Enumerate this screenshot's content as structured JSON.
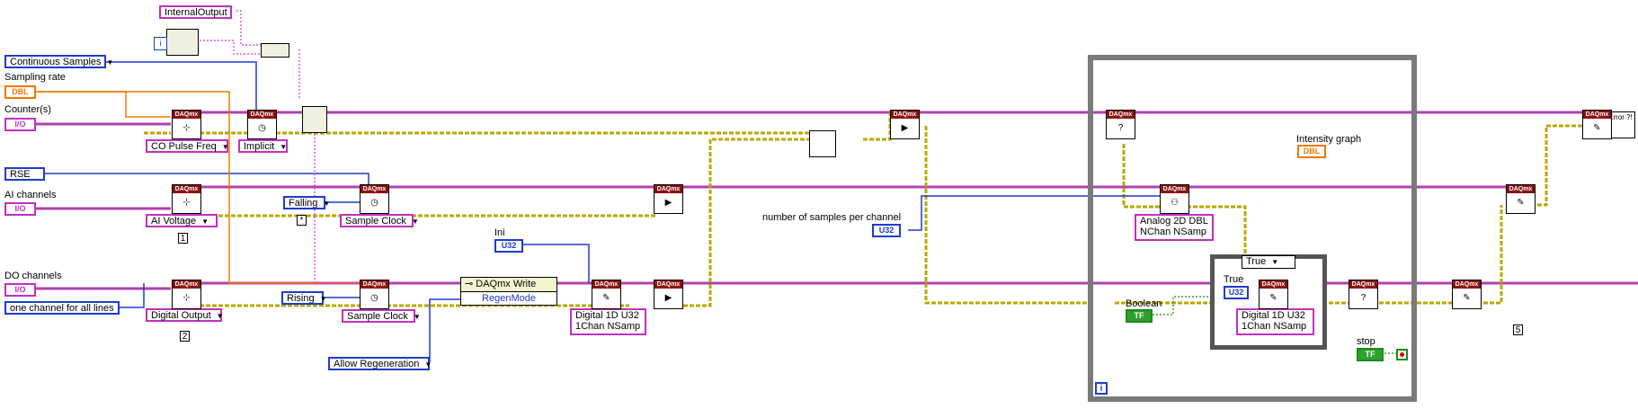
{
  "labels": {
    "sampling_rate": "Sampling rate",
    "counters": "Counter(s)",
    "ai_channels": "AI channels",
    "do_channels": "DO channels",
    "ini": "Ini",
    "samples_per_channel": "number of samples per channel",
    "intensity_graph": "Intensity graph",
    "boolean": "Boolean",
    "stop": "stop",
    "true_label": "True"
  },
  "controls": {
    "internal_output": "InternalOutput",
    "continuous_samples": "Continuous Samples",
    "co_pulse_freq": "CO Pulse Freq",
    "implicit": "Implicit",
    "rse": "RSE",
    "ai_voltage": "AI Voltage",
    "falling": "Falling",
    "sample_clock_1": "Sample Clock",
    "one_channel": "one channel for all lines",
    "digital_output": "Digital Output",
    "rising": "Rising",
    "sample_clock_2": "Sample Clock",
    "allow_regeneration": "Allow Regeneration",
    "daqmx_write": "DAQmx Write",
    "regen_mode": "RegenMode",
    "digital_1d_1_line1": "Digital 1D U32",
    "digital_1d_1_line2": "1Chan NSamp",
    "analog_2d_line1": "Analog 2D DBL",
    "analog_2d_line2": "NChan NSamp",
    "digital_1d_2_line1": "Digital 1D U32",
    "digital_1d_2_line2": "1Chan NSamp",
    "case_selector": "True"
  },
  "constants": {
    "dbl": "DBL",
    "io": "I/O",
    "u32": "U32",
    "tf": "TF"
  },
  "indices": {
    "frame_1": "1",
    "frame_2": "2",
    "frame_5": "5",
    "star": "*",
    "loop_i": "i",
    "info": "i"
  },
  "daqmx_header": "DAQmx",
  "error_label": "Error ?!",
  "colors": {
    "enum_wire": "#1e3ccc",
    "task_wire": "#b040b0",
    "error_wire": "#b8a800",
    "dbl_wire": "#f07800",
    "bool_wire": "#1b8a1b",
    "vi_header": "#8c1010",
    "loop_frame": "#7a7a7a"
  }
}
